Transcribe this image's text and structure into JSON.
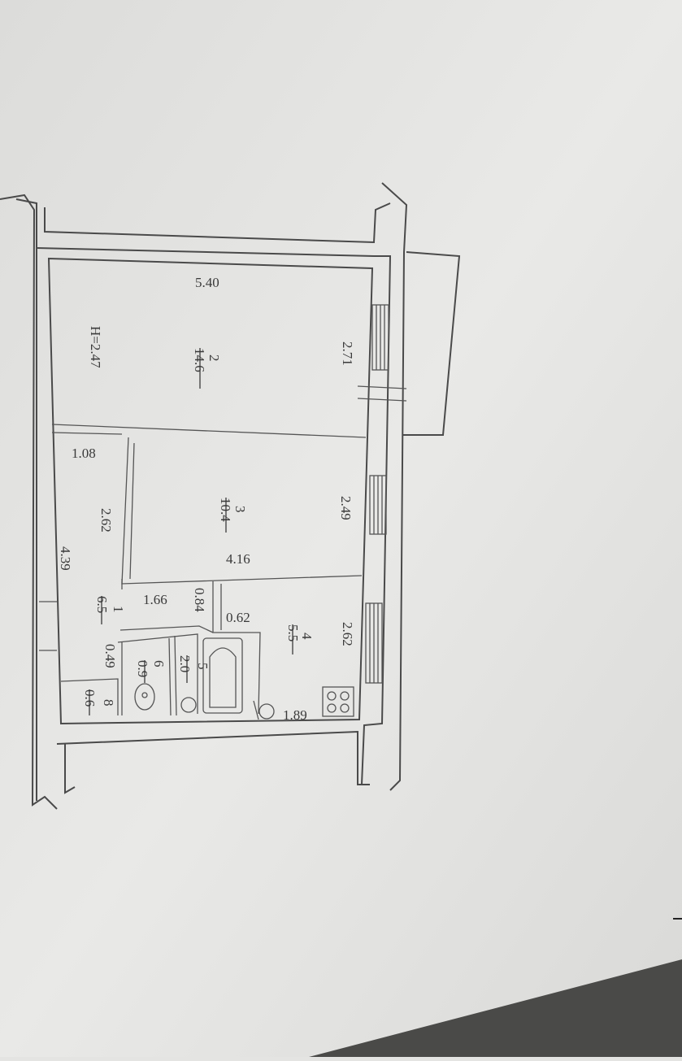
{
  "plan": {
    "ceiling_height": "H=2.47",
    "dimensions": {
      "room2_length": "5.40",
      "room2_width": "2.71",
      "room3_width": "2.49",
      "room3_length": "4.16",
      "room3_depth": "2.62",
      "hall_width": "1.08",
      "hall_length": "4.39",
      "corridor": "1.66",
      "wall_084": "0.84",
      "wall_062": "0.62",
      "kitchen_width": "2.62",
      "kitchen_length": "1.89",
      "closet_049": "0.49"
    },
    "rooms": [
      {
        "number": "1",
        "area": "6.5"
      },
      {
        "number": "2",
        "area": "14.6"
      },
      {
        "number": "3",
        "area": "10.4"
      },
      {
        "number": "4",
        "area": "5.5"
      },
      {
        "number": "5",
        "area": "2.0"
      },
      {
        "number": "6",
        "area": "0.9"
      },
      {
        "number": "8",
        "area": "0.6"
      }
    ]
  }
}
